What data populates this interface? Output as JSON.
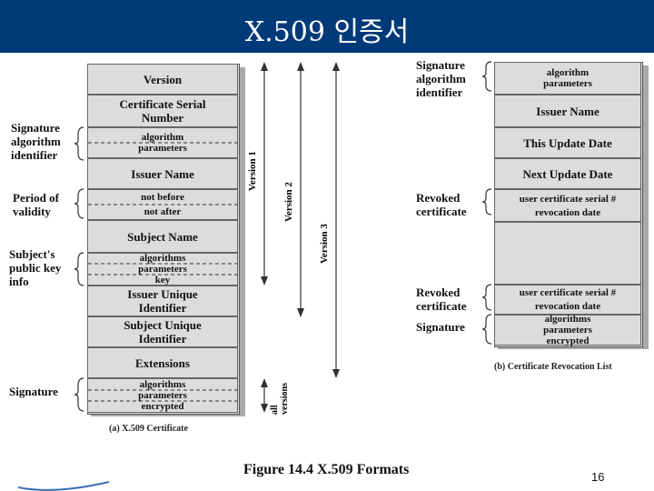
{
  "slide_title": "X.509 인증서",
  "figure_caption": "Figure 14.4  X.509 Formats",
  "page_number": "16",
  "left_caption": "(a) X.509 Certificate",
  "right_caption": "(b) Certificate Revocation List",
  "cert_fields": {
    "version": "Version",
    "serial": "Certificate Serial Number",
    "sig_alg": "algorithm",
    "sig_params": "parameters",
    "issuer": "Issuer Name",
    "not_before": "not before",
    "not_after": "not after",
    "subject": "Subject Name",
    "pk_alg": "algorithms",
    "pk_params": "parameters",
    "pk_key": "key",
    "issuer_uid": "Issuer Unique Identifier",
    "subject_uid": "Subject Unique Identifier",
    "extensions": "Extensions",
    "s_alg": "algorithms",
    "s_params": "parameters",
    "s_enc": "encrypted"
  },
  "cert_labels": {
    "sig_alg_id": "Signature algorithm identifier",
    "validity": "Period of validity",
    "subject_pk": "Subject's public key info",
    "signature": "Signature"
  },
  "versions": {
    "v1": "Version 1",
    "v2": "Version 2",
    "v3": "Version 3",
    "all": "all versions"
  },
  "crl_fields": {
    "alg": "algorithm",
    "params": "parameters",
    "issuer": "Issuer Name",
    "this_update": "This Update Date",
    "next_update": "Next Update Date",
    "serial1": "user certificate serial #",
    "revdate1": "revocation date",
    "serial2": "user certificate serial #",
    "revdate2": "revocation date",
    "s_alg": "algorithms",
    "s_params": "parameters",
    "s_enc": "encrypted"
  },
  "crl_labels": {
    "sig_alg_id": "Signature algorithm identifier",
    "revoked1": "Revoked certificate",
    "revoked2": "Revoked certificate",
    "signature": "Signature"
  },
  "colors": {
    "title_bar": "#003a78",
    "box_fill": "#dcdcdc"
  }
}
